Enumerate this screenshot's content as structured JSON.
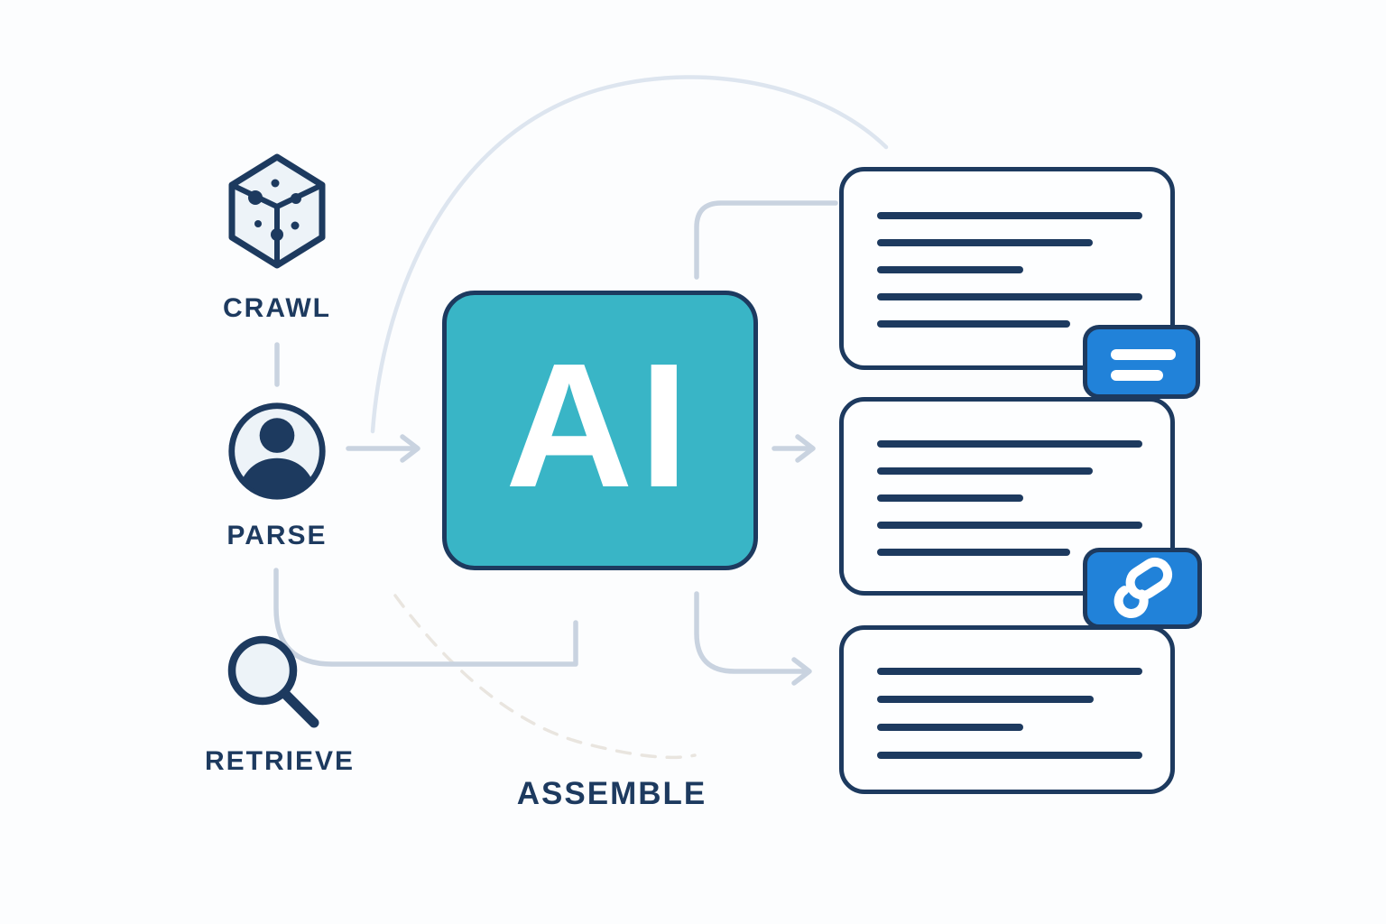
{
  "diagram": {
    "stages": [
      {
        "label": "CRAWL",
        "icon": "cube-icon"
      },
      {
        "label": "PARSE",
        "icon": "user-icon"
      },
      {
        "label": "RETRIEVE",
        "icon": "magnifier-icon"
      }
    ],
    "processor": {
      "label": "AI"
    },
    "assemble_label": "ASSEMBLE",
    "output_cards": [
      {
        "badge": "text-lines",
        "line_widths": [
          294,
          239,
          162,
          294,
          214
        ]
      },
      {
        "badge": "link",
        "line_widths": [
          294,
          239,
          162,
          294,
          214
        ]
      },
      {
        "badge": null,
        "line_widths": [
          294,
          240,
          162,
          294
        ]
      }
    ],
    "badge_text_line_widths": [
      72,
      58
    ]
  },
  "colors": {
    "navy": "#1d3a5f",
    "teal": "#39b5c6",
    "blue": "#2182d9",
    "connector": "#c9d3e0",
    "arc": "#dde5ef",
    "dashed": "#e9e5df",
    "cardbg": "#fdfeff",
    "iconbg": "#edf3f8",
    "bg": "#fcfdfe"
  }
}
